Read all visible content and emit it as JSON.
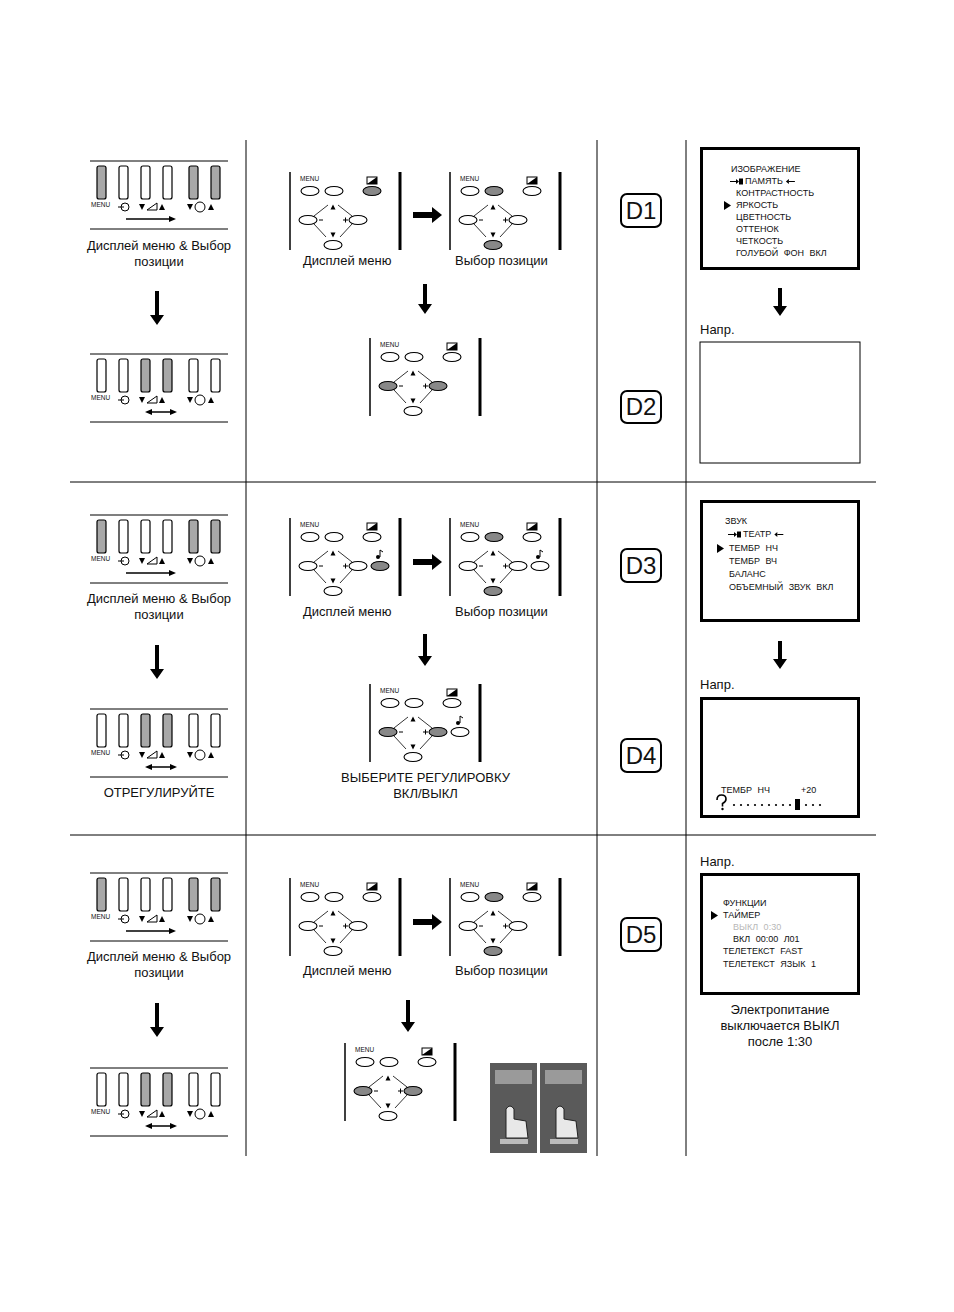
{
  "diagram": {
    "nodes": [
      {
        "text": [
          "D1"
        ]
      },
      {
        "text": [
          "ИЗОБРАЖЕНИЕ",
          "ПАМЯТЬ",
          "КОНТРАСТНОСТЬ",
          "ЯРКОСТЬ",
          "ЦВЕТНОСТЬ",
          "ОТТЕНОК",
          "ЧЕТКОСТЬ",
          "ГОЛУБОЙ ФОН ВКЛ"
        ]
      },
      {
        "text": [
          "D2"
        ]
      },
      {
        "text": [
          "D3"
        ]
      },
      {
        "text": [
          "ЗВУК",
          "ТЕАТР",
          "ТЕМБР НЧ",
          "ТЕМБР ВЧ",
          "БАЛАНС",
          "ОБЪЕМНЫЙ ЗВУК ВКЛ"
        ]
      },
      {
        "text": [
          "D4"
        ]
      },
      {
        "text": [
          "ТЕМБР НЧ",
          "+20"
        ]
      },
      {
        "text": [
          "D5"
        ]
      },
      {
        "text": [
          "ФУНКЦИИ",
          "ТАЙМЕР",
          "ВЫКЛ 0:30",
          "ВКЛ 00:00 Л01",
          "ТЕЛЕТЕКСТ FAST",
          "ТЕЛЕТЕКСТ ЯЗЫК 1"
        ]
      }
    ],
    "labels": [
      "MENU",
      "Дисплей меню & Выбор позиции",
      "MENU",
      "MENU",
      "MENU",
      "MENU",
      "Дисплей меню",
      "Выбор позиции",
      "Напр.",
      "MENU",
      "Дисплей меню & Выбор позиции",
      "MENU",
      "ОТРЕГУЛИРУЙТЕ",
      "MENU",
      "MENU",
      "MENU",
      "Дисплей меню",
      "Выбор позиции",
      "ВЫБЕРИТЕ РЕГУЛИРОВКУ ВКЛ/ВЫКЛ",
      "Напр.",
      "MENU",
      "Дисплей меню & Выбор позиции",
      "MENU",
      "MENU",
      "MENU",
      "MENU",
      "Дисплей меню",
      "Выбор позиции",
      "Напр.",
      "Электропитание выключается ВЫКЛ после 1:30"
    ]
  }
}
